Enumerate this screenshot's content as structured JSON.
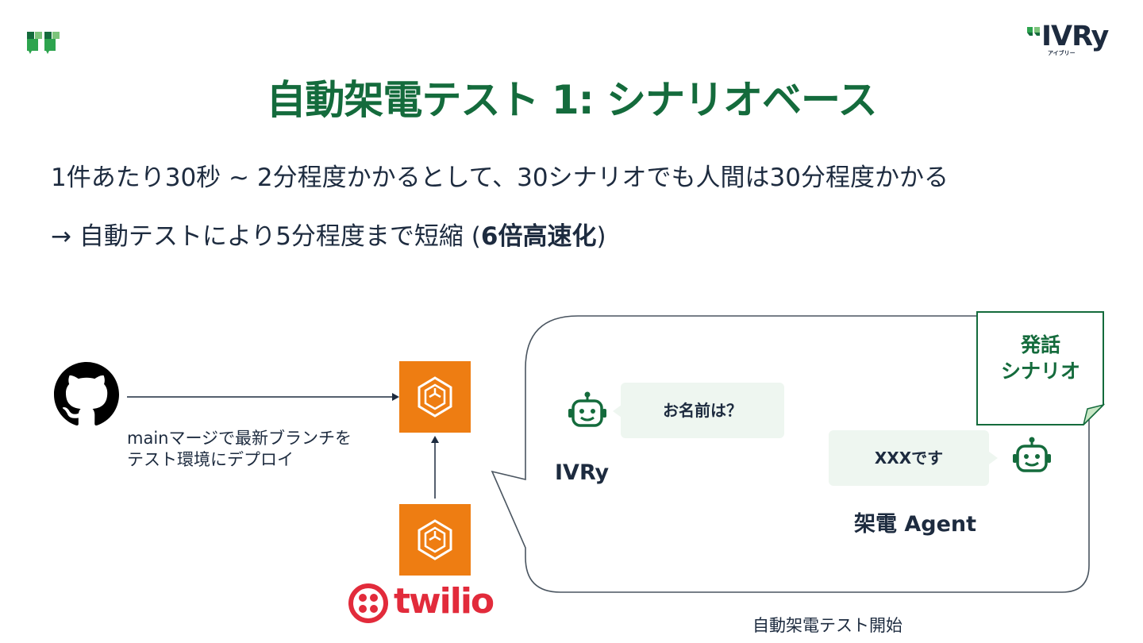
{
  "title": "自動架電テスト 1: シナリオベース",
  "brand": {
    "word": "IVRy",
    "kana": "アイブリー"
  },
  "lines": {
    "line1": "1件あたり30秒 ~ 2分程度かかるとして、30シナリオでも人間は30分程度かかる",
    "line2_prefix": "→ 自動テストにより5分程度まで短縮 (",
    "line2_bold": "6倍高速化",
    "line2_suffix": ")"
  },
  "diagram": {
    "deploy_line1": "mainマージで最新ブランチを",
    "deploy_line2": "テスト環境にデプロイ",
    "twilio_label": "twilio",
    "note": {
      "line1": "発話",
      "line2": "シナリオ"
    },
    "chat1": "お名前は？",
    "chat2": "XXXです",
    "ivry_label": "IVRy",
    "agent_label": "架電 Agent",
    "caption": "自動架電テスト開始"
  },
  "colors": {
    "brand_green": "#146b3c",
    "text_navy": "#1d2b3f",
    "aws_orange": "#ee7d12",
    "twilio_red": "#e22b3b",
    "chat_bg": "#eef6f0"
  },
  "icons": [
    "logo-mark-icon",
    "github-icon",
    "aws-service-icon",
    "twilio-logo-icon",
    "robot-icon",
    "note-icon"
  ]
}
